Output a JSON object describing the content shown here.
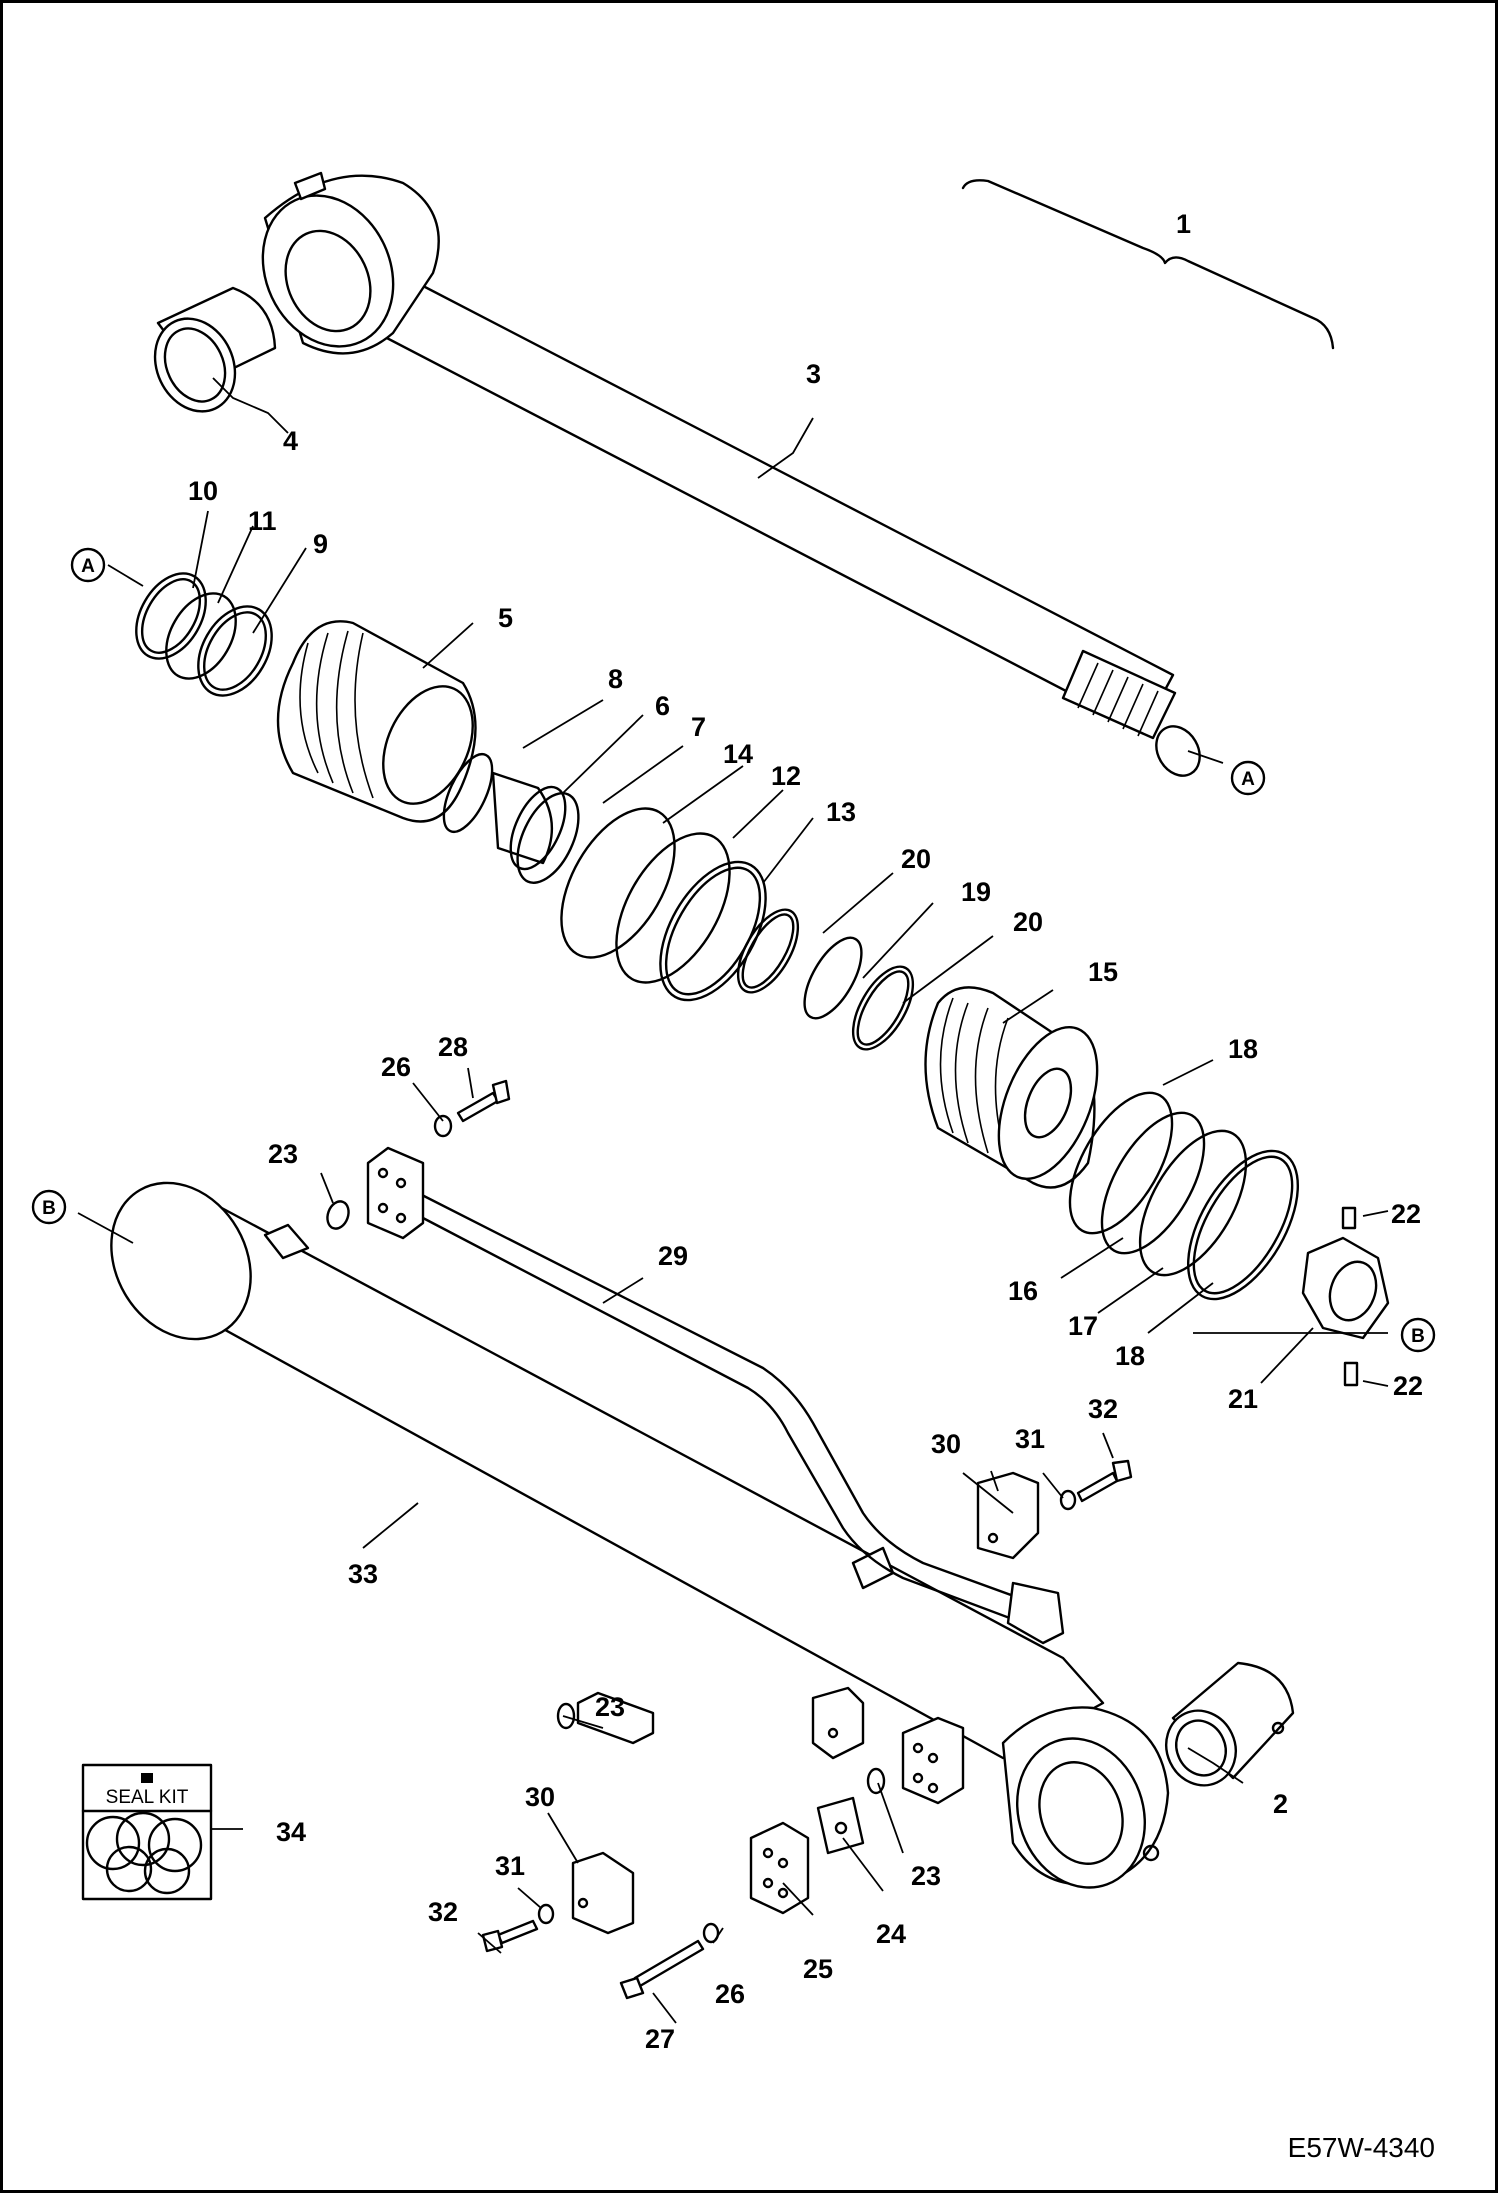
{
  "drawing_number": "E57W-4340",
  "seal_kit_label": "SEAL KIT",
  "ref_markers": {
    "a": "A",
    "b": "B"
  },
  "callouts": {
    "c1": "1",
    "c2": "2",
    "c3": "3",
    "c4": "4",
    "c5": "5",
    "c6": "6",
    "c7": "7",
    "c8": "8",
    "c9": "9",
    "c10": "10",
    "c11": "11",
    "c12": "12",
    "c13": "13",
    "c14": "14",
    "c15": "15",
    "c16": "16",
    "c17": "17",
    "c18": "18",
    "c19": "19",
    "c20": "20",
    "c21": "21",
    "c22": "22",
    "c23": "23",
    "c24": "24",
    "c25": "25",
    "c26": "26",
    "c27": "27",
    "c28": "28",
    "c29": "29",
    "c30": "30",
    "c31": "31",
    "c32": "32",
    "c33": "33",
    "c34": "34"
  }
}
